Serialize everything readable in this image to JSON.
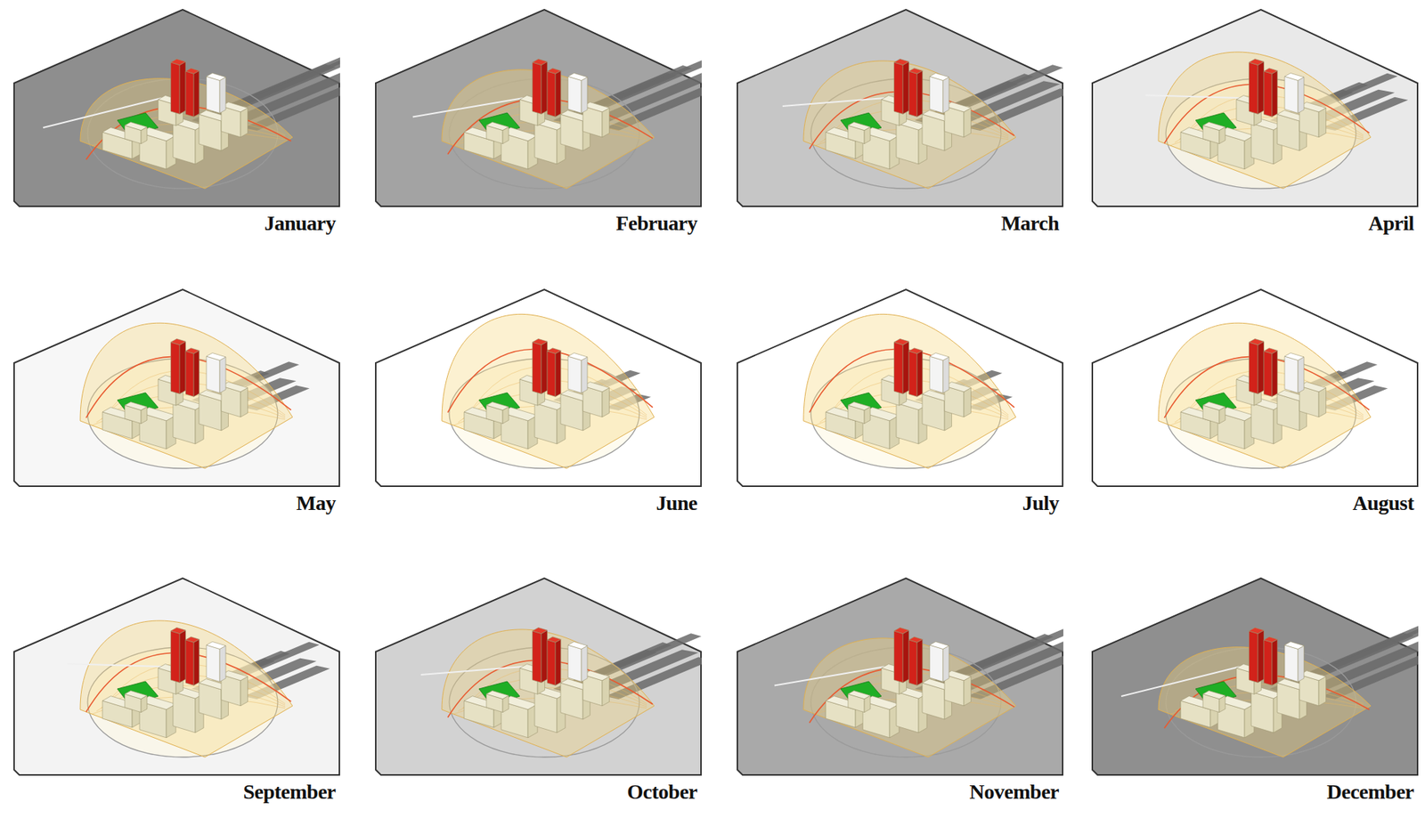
{
  "diagram": {
    "nodes": [
      {
        "text": [
          "January"
        ]
      },
      {
        "text": [
          "February"
        ]
      },
      {
        "text": [
          "March"
        ]
      },
      {
        "text": [
          "April"
        ]
      },
      {
        "text": [
          "May"
        ]
      },
      {
        "text": [
          "June"
        ]
      },
      {
        "text": [
          "July"
        ]
      },
      {
        "text": [
          "August"
        ]
      },
      {
        "text": [
          "September"
        ]
      },
      {
        "text": [
          "October"
        ]
      },
      {
        "text": [
          "November"
        ]
      },
      {
        "text": [
          "December"
        ]
      }
    ]
  }
}
